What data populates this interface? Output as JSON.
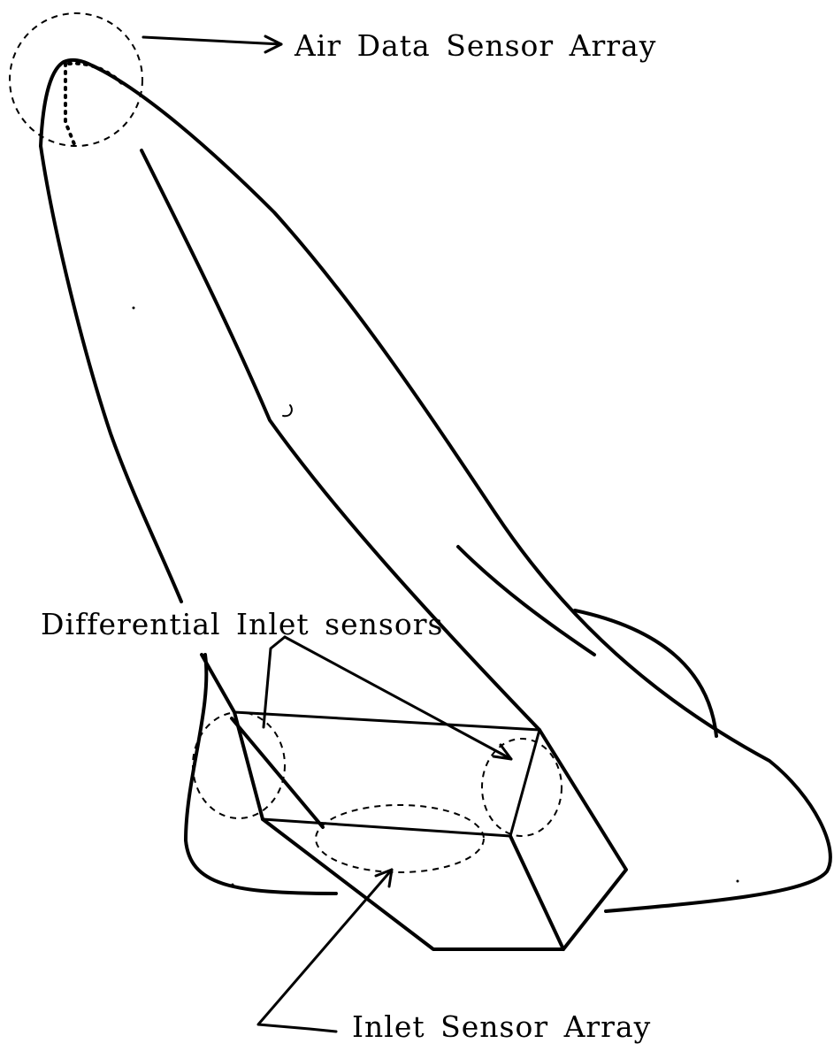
{
  "labels": {
    "air_data": "Air Data Sensor Array",
    "differential_inlet": "Differential Inlet sensors",
    "inlet_array": "Inlet Sensor Array"
  },
  "colors": {
    "line": "#000000",
    "background": "#ffffff"
  }
}
